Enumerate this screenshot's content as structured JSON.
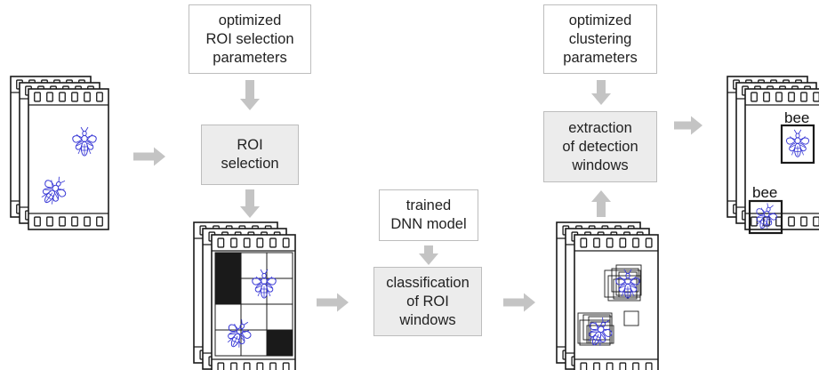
{
  "colors": {
    "arrow": "#c4c4c4",
    "box_border": "#bdbdbd",
    "box_fill": "#ececec",
    "bee": "#3a3ad6",
    "film": "#1a1a1a"
  },
  "boxes": {
    "roi_params": [
      "optimized",
      "ROI selection",
      "parameters"
    ],
    "roi_selection": [
      "ROI",
      "selection"
    ],
    "trained_model": [
      "trained",
      "DNN model"
    ],
    "classification": [
      "classification",
      "of ROI",
      "windows"
    ],
    "clustering_params": [
      "optimized",
      "clustering",
      "parameters"
    ],
    "extraction": [
      "extraction",
      "of detection",
      "windows"
    ]
  },
  "labels": {
    "bee_top": "bee",
    "bee_bottom": "bee"
  }
}
